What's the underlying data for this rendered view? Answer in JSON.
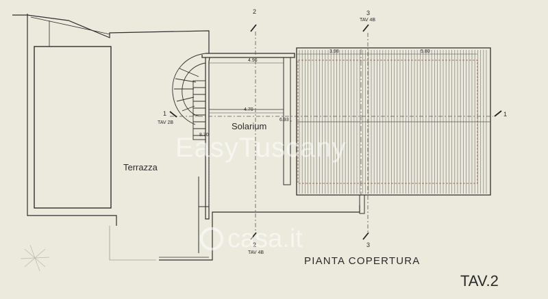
{
  "drawing": {
    "title": "PIANTA COPERTURA",
    "sheet": "TAV.2",
    "rooms": {
      "terrazza": "Terrazza",
      "solarium": "Solarium"
    },
    "dimensions": {
      "d_496": "4.96",
      "d_470": "4.70",
      "d_693": "6.93",
      "d_830": "8.30",
      "d_398": "3.98",
      "d_580": "5.80"
    },
    "sections": {
      "top_2": "2",
      "top_3": "3",
      "top_3_ref": "TAV 4B",
      "left_1": "1",
      "left_1_ref": "TAV 2B",
      "right_1": "1",
      "bottom_2": "2",
      "bottom_2_ref": "TAV 4B",
      "bottom_3": "3"
    }
  },
  "watermarks": {
    "easy": "EasyTuscany",
    "casa": "casa.it"
  },
  "colors": {
    "paper": "#ebeadd",
    "line": "#2e2e2e",
    "hatch": "#8a8a84",
    "watermark": "#ffffff"
  }
}
